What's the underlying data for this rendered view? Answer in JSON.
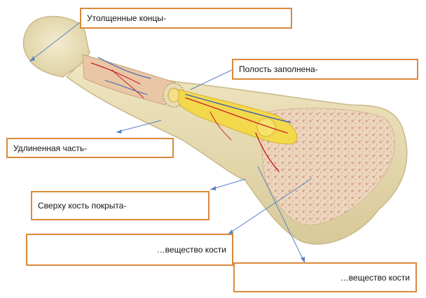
{
  "labels": {
    "thick_ends": "Утолщенные концы-",
    "cavity": "Полость заполнена-",
    "elongated": "Удлиненная часть-",
    "covered": "Сверху кость покрыта-",
    "substance_1": "…вещество кости",
    "substance_2": "…вещество кости"
  },
  "colors": {
    "box_border": "#d9893a",
    "bone": "#ede3bf",
    "bone_edge": "#c9b98a",
    "spongy": "#e9cfb5",
    "marrow": "#f2d84a",
    "vessel_red": "#c8202a",
    "vessel_blue": "#3f5fb8",
    "pointer": "#5a82c4"
  }
}
